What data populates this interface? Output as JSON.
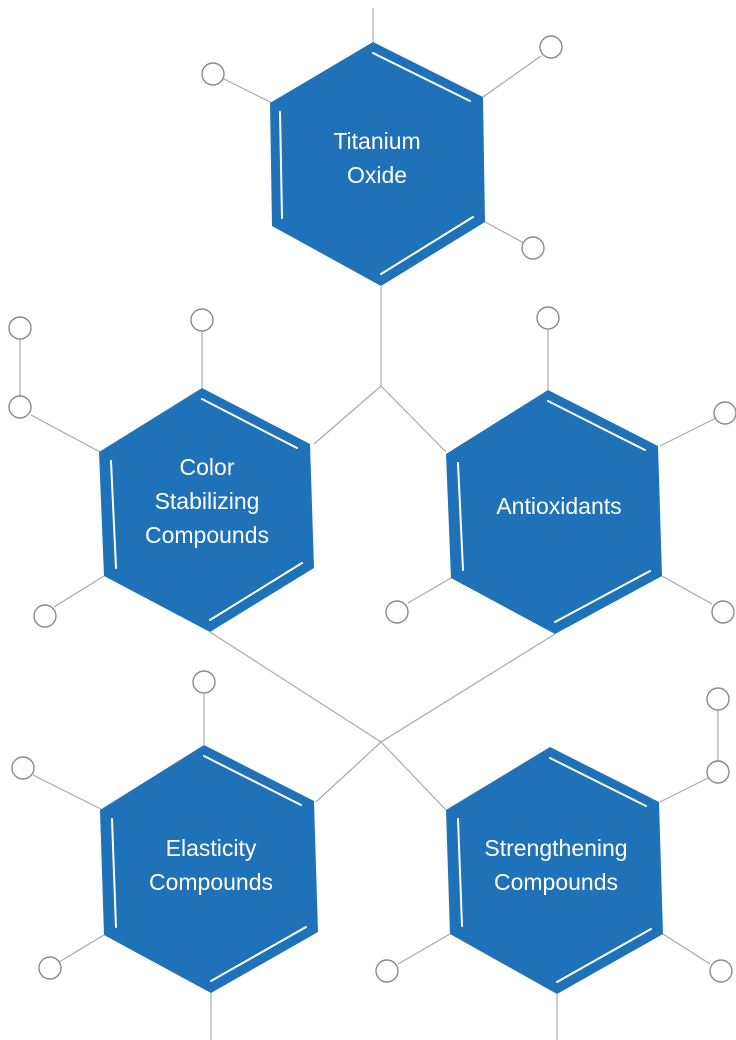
{
  "colors": {
    "hexagon_fill": "#1f72b8",
    "bond_line": "#a9a9a9",
    "atom_stroke": "#8a8a8a"
  },
  "nodes": [
    {
      "id": "titanium-oxide",
      "lines": [
        "Titanium",
        "Oxide"
      ]
    },
    {
      "id": "color-stabilizing-compounds",
      "lines": [
        "Color",
        "Stabilizing",
        "Compounds"
      ]
    },
    {
      "id": "antioxidants",
      "lines": [
        "Antioxidants"
      ]
    },
    {
      "id": "elasticity-compounds",
      "lines": [
        "Elasticity",
        "Compounds"
      ]
    },
    {
      "id": "strengthening-compounds",
      "lines": [
        "Strengthening",
        "Compounds"
      ]
    }
  ]
}
